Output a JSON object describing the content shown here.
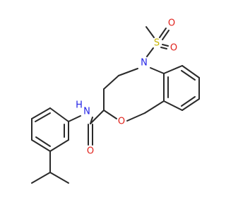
{
  "molecule": {
    "atoms": [
      {
        "id": "S",
        "label": "S",
        "color": "#c8b400"
      },
      {
        "id": "O_s1",
        "label": "O",
        "color": "#e0211b"
      },
      {
        "id": "O_s2",
        "label": "O",
        "color": "#e0211b"
      },
      {
        "id": "N_ring",
        "label": "N",
        "color": "#2323e6"
      },
      {
        "id": "O_ring",
        "label": "O",
        "color": "#e0211b"
      },
      {
        "id": "N_amide",
        "label": "N",
        "color": "#2323e6"
      },
      {
        "id": "H_amide",
        "label": "H",
        "color": "#2323e6"
      },
      {
        "id": "O_carbonyl",
        "label": "O",
        "color": "#e0211b"
      }
    ],
    "bond_color": "#2a2a2a"
  }
}
